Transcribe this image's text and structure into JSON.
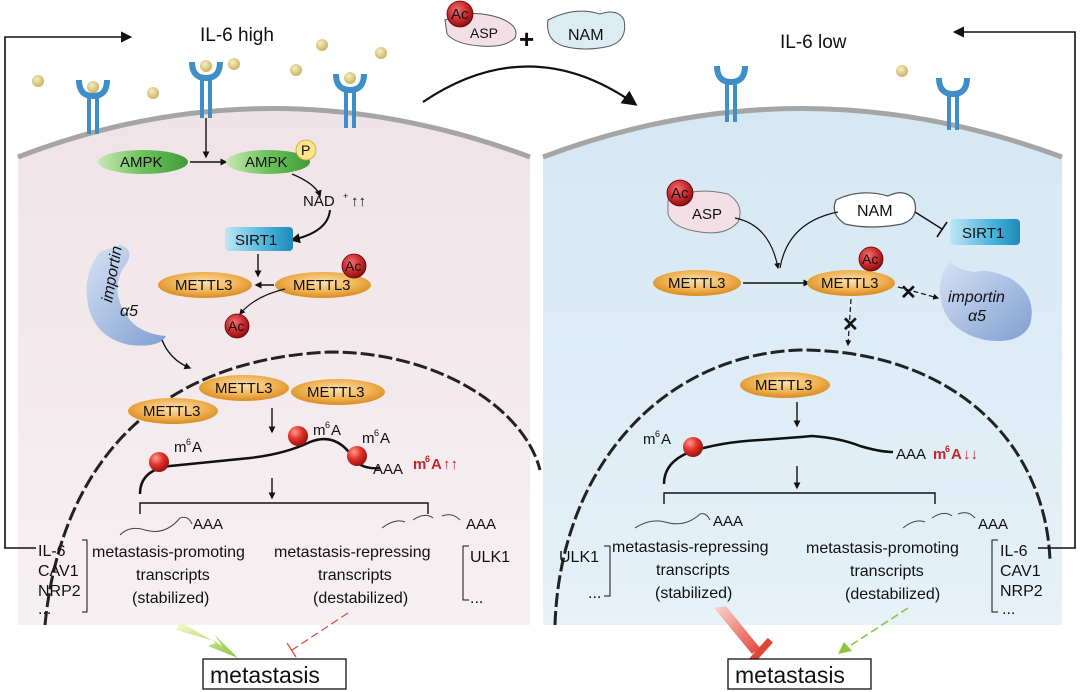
{
  "colors": {
    "left_cell": "#f3e9ec",
    "right_cell": "#dcebf4",
    "membrane": "#9a9a9a",
    "ampk": "#5cb85c",
    "sirt1": "#29a3cf",
    "mettl3": "#e8a038",
    "ac_circle": "#c2272d",
    "importin": "#8ea9d6",
    "m6a_red": "#c2272d",
    "receptor": "#3e8ec7",
    "ligand": "#d8c37a"
  },
  "top": {
    "ac": "Ac",
    "asp": "ASP",
    "plus": "+",
    "nam": "NAM"
  },
  "left": {
    "title": "IL-6 high",
    "ampk": "AMPK",
    "ampk_p": "AMPK",
    "p": "P",
    "nad": "NAD",
    "nad_sup": "+",
    "arrows_up": "↑↑",
    "sirt1": "SIRT1",
    "mettl3_a": "METTL3",
    "mettl3_ac": "METTL3",
    "ac1": "Ac",
    "ac2": "Ac",
    "importin_1": "importin",
    "importin_2": "α5",
    "nuc_mettl3_1": "METTL3",
    "nuc_mettl3_2": "METTL3",
    "nuc_mettl3_3": "METTL3",
    "m6a_1": "m",
    "m6a_2": "m",
    "m6a_3": "m",
    "sup6": "6",
    "a": "A",
    "aaa": "AAA",
    "m6a_level_m": "m",
    "m6a_level_sup": "6",
    "m6a_level_a": "A",
    "m6a_level_arrows": "↑↑",
    "aaa_promo": "AAA",
    "aaa_repress": "AAA",
    "promo_1": "metastasis-promoting",
    "promo_2": "transcripts",
    "promo_3": "(stabilized)",
    "repress_1": "metastasis-repressing",
    "repress_2": "transcripts",
    "repress_3": "(destabilized)",
    "genes_left": [
      "IL-6",
      "CAV1",
      "NRP2",
      "..."
    ],
    "genes_right": [
      "ULK1",
      "..."
    ],
    "outcome": "metastasis"
  },
  "right": {
    "title": "IL-6 low",
    "ac": "Ac",
    "asp": "ASP",
    "nam": "NAM",
    "sirt1": "SIRT1",
    "mettl3_a": "METTL3",
    "mettl3_ac": "METTL3",
    "ac2": "Ac",
    "importin_1": "importin",
    "importin_2": "α5",
    "nuc_mettl3": "METTL3",
    "m6a_m": "m",
    "sup6": "6",
    "a": "A",
    "aaa": "AAA",
    "m6a_level_m": "m",
    "m6a_level_sup": "6",
    "m6a_level_a": "A",
    "m6a_level_arrows": "↓↓",
    "aaa_repress": "AAA",
    "aaa_promo": "AAA",
    "repress_1": "metastasis-repressing",
    "repress_2": "transcripts",
    "repress_3": "(stabilized)",
    "promo_1": "metastasis-promoting",
    "promo_2": "transcripts",
    "promo_3": "(destabilized)",
    "genes_left": [
      "ULK1",
      "..."
    ],
    "genes_right": [
      "IL-6",
      "CAV1",
      "NRP2",
      "..."
    ],
    "outcome": "metastasis"
  }
}
